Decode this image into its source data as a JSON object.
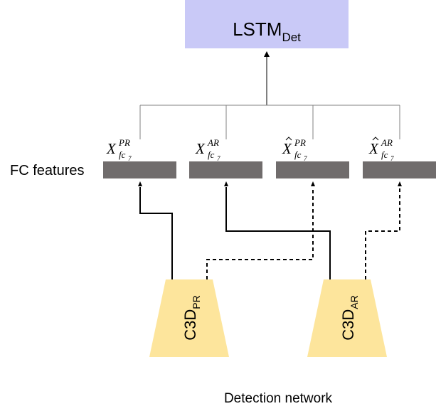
{
  "lstm": {
    "main": "LSTM",
    "sub": "Det"
  },
  "fc_label": "FC features",
  "features": [
    {
      "hat": false,
      "base": "X",
      "sup": "PR",
      "sub_main": "fc",
      "sub_sub": "7"
    },
    {
      "hat": false,
      "base": "X",
      "sup": "AR",
      "sub_main": "fc",
      "sub_sub": "7"
    },
    {
      "hat": true,
      "base": "X",
      "sup": "PR",
      "sub_main": "fc",
      "sub_sub": "7"
    },
    {
      "hat": true,
      "base": "X",
      "sup": "AR",
      "sub_main": "fc",
      "sub_sub": "7"
    }
  ],
  "c3d": [
    {
      "main": "C3D",
      "sub": "PR"
    },
    {
      "main": "C3D",
      "sub": "AR"
    }
  ],
  "caption": "Detection network",
  "colors": {
    "lstm_fill": "#c9c9f7",
    "fc_bar": "#706c6c",
    "c3d_fill": "#fde59c"
  }
}
